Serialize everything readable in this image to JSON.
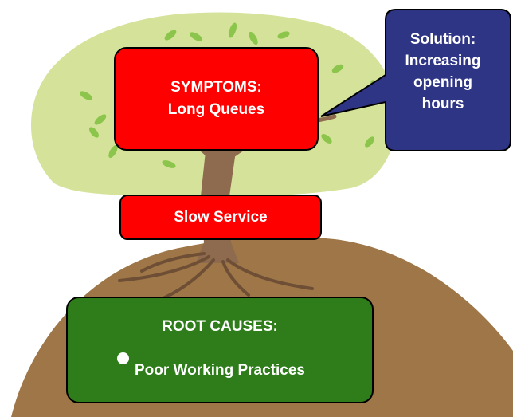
{
  "colors": {
    "canopy": "#d5e39a",
    "leaf": "#8cc54b",
    "trunk": "#8e6a4e",
    "soil": "#9e7648",
    "symptom_fill": "#ff0000",
    "root_fill": "#2e7d1a",
    "callout_fill": "#2f3585"
  },
  "symptoms": {
    "line1": "SYMPTOMS:",
    "line2": "Long Queues"
  },
  "middle": {
    "label": "Slow Service"
  },
  "root_causes": {
    "title": "ROOT CAUSES:",
    "items": [
      "Poor Working Practices"
    ]
  },
  "solution": {
    "lines": [
      "Solution:",
      "Increasing",
      "opening",
      "hours"
    ]
  }
}
